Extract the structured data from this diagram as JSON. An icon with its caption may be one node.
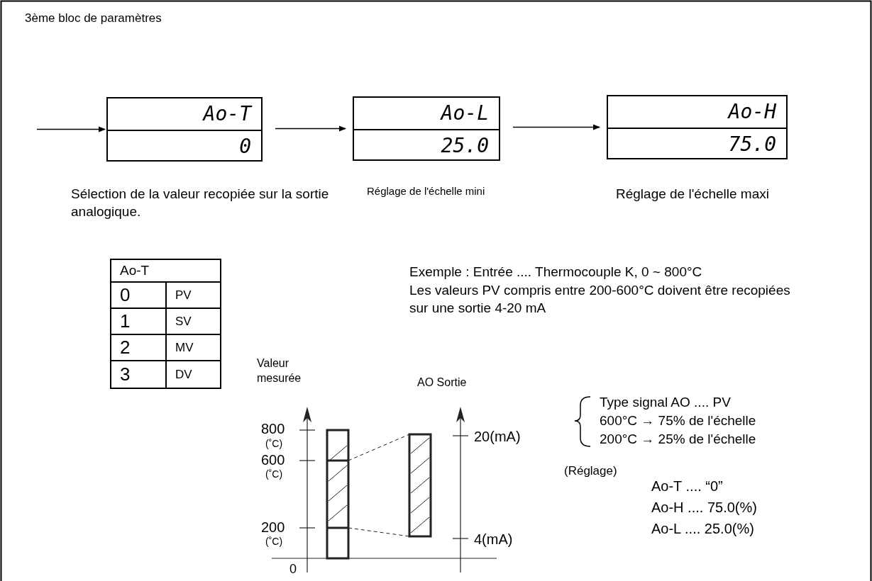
{
  "diagram": {
    "title": "3ème bloc de paramètres",
    "nodes": [
      {
        "text": [
          "Ao-T",
          "0"
        ],
        "beside": [
          "Sélection de la valeur recopiée sur la sortie analogique."
        ]
      },
      {
        "text": [
          "Ao-L",
          "25.0"
        ],
        "beside": [
          "Réglage de l'échelle mini"
        ]
      },
      {
        "text": [
          "Ao-H",
          "75.0"
        ],
        "beside": [
          "Réglage de l'échelle maxi"
        ]
      }
    ],
    "edges": [
      {
        "from": null,
        "to": 0,
        "arrow": "to"
      },
      {
        "from": 0,
        "to": 1,
        "arrow": "to"
      },
      {
        "from": 1,
        "to": 2,
        "arrow": "to"
      }
    ],
    "labels": [
      "Ao-T",
      "0",
      "PV",
      "1",
      "SV",
      "2",
      "MV",
      "3",
      "DV",
      "Exemple : Entrée .... Thermocouple K, 0 ~ 800°C",
      "Les valeurs PV compris entre 200-600°C doivent être recopiées sur une sortie 4-20 mA",
      "Valeur mesurée",
      "AO Sortie",
      "Type signal AO .... PV",
      "600°C → 75% de l'échelle",
      "200°C → 25% de l'échelle",
      "800",
      "(˚C)",
      "600",
      "(˚C)",
      "20(mA)",
      "(Réglage)",
      "Ao-T .... “0”",
      "200",
      "(˚C)",
      "4(mA)",
      "Ao-H .... 75.0(%)",
      "Ao-L .... 25.0(%)",
      "0"
    ]
  }
}
